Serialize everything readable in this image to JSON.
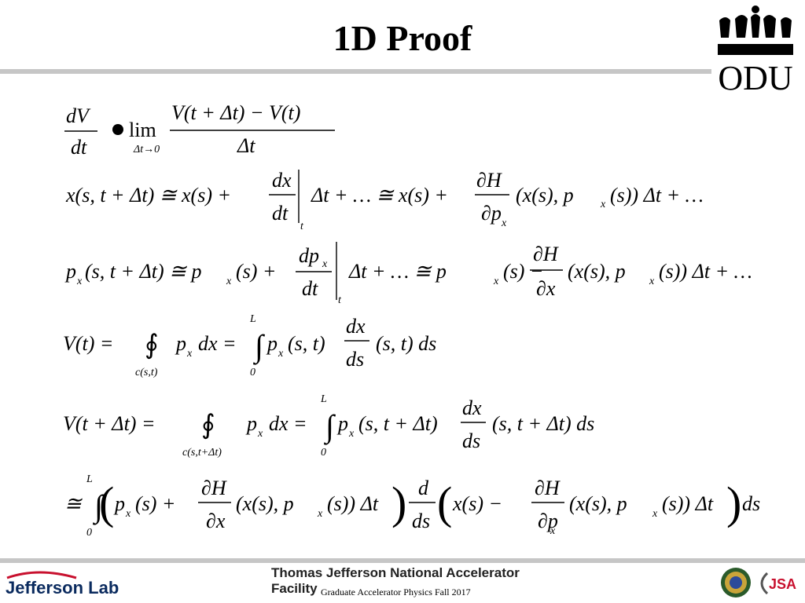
{
  "slide": {
    "title": "1D Proof"
  },
  "header": {
    "logo_text": "ODU"
  },
  "equations": [
    {
      "id": "eq1",
      "lhs_num": "dV",
      "lhs_den": "dt",
      "lim": "lim",
      "frac_num": "V(t + Δt) − V(t)",
      "frac_den": "Δt"
    },
    {
      "id": "eq2",
      "parts": [
        "x(s, t + Δt) ≅ x(s) +",
        "dx",
        "dt",
        "t",
        "Δt + … ≅ x(s) +",
        "∂H",
        "∂p",
        "x",
        "(x(s), p",
        "x",
        "(s)) Δt + …"
      ]
    },
    {
      "id": "eq3",
      "parts": [
        "p",
        "x",
        "(s, t + Δt) ≅ p",
        "x",
        "(s) +",
        "dp",
        "x",
        "dt",
        "t",
        "Δt + … ≅ p",
        "x",
        "(s) −",
        "∂H",
        "∂x",
        "(x(s), p",
        "x",
        "(s)) Δt + …"
      ]
    },
    {
      "id": "eq4",
      "parts": [
        "V(t) =",
        "∮",
        "c(s,t)",
        "p",
        "x",
        "dx =",
        "∫",
        "L",
        "0",
        "p",
        "x",
        "(s, t)",
        "dx",
        "ds",
        "(s, t) ds"
      ]
    },
    {
      "id": "eq5",
      "parts": [
        "V(t + Δt) =",
        "∮",
        "c(s,t+Δt)",
        "p",
        "x",
        "dx =",
        "∫",
        "L",
        "0",
        "p",
        "x",
        "(s, t + Δt)",
        "dx",
        "ds",
        "(s, t + Δt) ds"
      ]
    },
    {
      "id": "eq6",
      "parts": [
        "≅",
        "∫",
        "L",
        "0",
        "p",
        "x",
        "(s) +",
        "∂H",
        "∂x",
        "(x(s), p",
        "x",
        "(s)) Δt",
        "d",
        "ds",
        "x(s) −",
        "∂H",
        "∂p",
        "x",
        "(x(s), p",
        "x",
        "(s)) Δt",
        "ds"
      ]
    }
  ],
  "footer": {
    "lab_name": "Jefferson Lab",
    "facility": "Thomas Jefferson National Accelerator Facility",
    "course": "Graduate Accelerator Physics Fall 2017",
    "jsa": "JSA"
  }
}
